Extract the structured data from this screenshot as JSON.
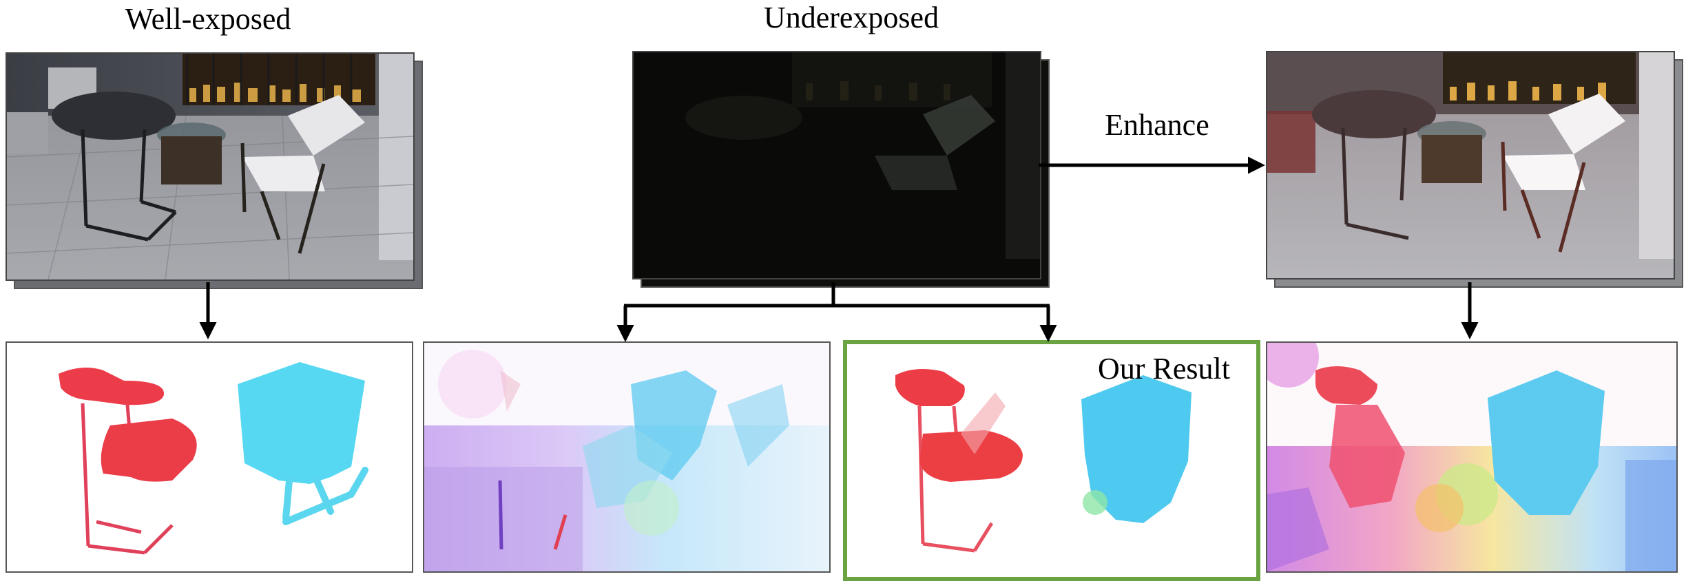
{
  "labels": {
    "well_exposed": "Well-exposed",
    "underexposed": "Underexposed",
    "enhance": "Enhance",
    "our_result": "Our Result"
  },
  "colors": {
    "highlight_border": "#6aa442",
    "arrow": "#000000",
    "chair_red": "#ec3c4a",
    "chair_cyan": "#4fd6f0"
  },
  "icons": {
    "arrow": "arrow-down-icon",
    "arrow_right": "arrow-right-icon"
  }
}
